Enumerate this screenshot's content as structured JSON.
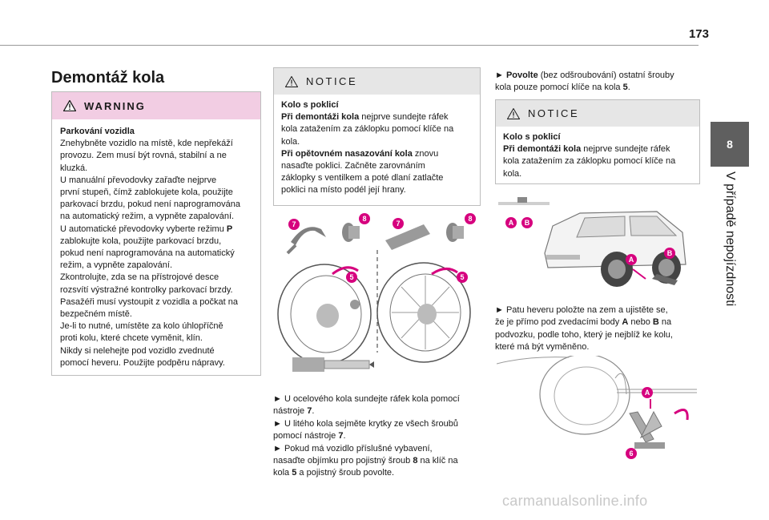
{
  "page": {
    "number": "173"
  },
  "side_tab": {
    "chapter": "8",
    "title": "V případě nepojízdnosti"
  },
  "section": {
    "title": "Demontáž kola"
  },
  "warning": {
    "heading": "WARNING",
    "lead": "Parkování vozidla",
    "lines": [
      "Znehybněte vozidlo na místě, kde nepřekáží",
      "provozu. Zem musí být rovná, stabilní a ne",
      "kluzká.",
      "U manuální převodovky zařaďte nejprve",
      "první stupeň, čímž zablokujete kola, použijte",
      "parkovací brzdu, pokud není naprogramována",
      "na automatický režim, a vypněte zapalování.",
      "U automatické převodovky vyberte režimu P",
      "zablokujte kola, použijte parkovací brzdu,",
      "pokud není naprogramována na automatický",
      "režim, a vypněte zapalování.",
      "Zkontrolujte, zda se na přístrojové desce",
      "rozsvítí výstražné kontrolky parkovací brzdy.",
      "Pasažéři musí vystoupit z vozidla a počkat na",
      "bezpečném místě.",
      "Je-li to nutné, umístěte za kolo úhlopříčně",
      "proti kolu, které chcete vyměnit, klín.",
      "Nikdy si nelehejte pod vozidlo zvednuté",
      "pomocí heveru. Použijte podpěru nápravy."
    ]
  },
  "notice1": {
    "heading": "NOTICE",
    "l1": "Kolo s poklicí",
    "l2a": "Při demontáži kola",
    "l2b": " nejprve sundejte ráfek",
    "l3": "kola zatažením za záklopku pomocí klíče na",
    "l4": "kola.",
    "l5a": "Při opětovném nasazování kola",
    "l5b": " znovu",
    "l6": "nasaďte poklici. Začněte zarovnáním",
    "l7": "záklopky s ventilkem a poté dlaní zatlačte",
    "l8": "poklici na místo podél její hrany."
  },
  "notice2": {
    "heading": "NOTICE",
    "l1": "Kolo s poklicí",
    "l2a": "Při demontáži kola",
    "l2b": " nejprve sundejte ráfek",
    "l3": "kola zatažením za záklopku pomocí klíče na",
    "l4": "kola."
  },
  "col2_steps": {
    "l1": "► U ocelového kola sundejte ráfek kola pomocí",
    "l2a": "nástroje ",
    "l2b": "7",
    "l2c": ".",
    "l3": "► U litého kola sejměte krytky ze všech šroubů",
    "l4a": "pomocí nástroje ",
    "l4b": "7",
    "l4c": ".",
    "l5": "► Pokud má vozidlo příslušné vybavení,",
    "l6a": "nasaďte objímku pro pojistný šroub ",
    "l6b": "8",
    "l6c": " na klíč na",
    "l7a": "kola ",
    "l7b": "5",
    "l7c": " a pojistný šroub povolte."
  },
  "col3_top": {
    "l1a": "► ",
    "l1b": "Povolte",
    "l1c": " (bez odšroubování) ostatní šrouby",
    "l2a": "kola pouze pomocí klíče na kola ",
    "l2b": "5",
    "l2c": "."
  },
  "col3_mid": {
    "l1": "► Patu heveru položte na zem a ujistěte se,",
    "l2a": "že je přímo pod zvedacími body ",
    "l2b": "A",
    "l2c": " nebo ",
    "l2d": "B",
    "l2e": " na",
    "l3": "podvozku, podle toho, který je nejblíž ke kolu,",
    "l4": "které má být vyměněno."
  },
  "markers": {
    "seven": "7",
    "eight": "8",
    "five": "5",
    "six": "6",
    "a": "A",
    "b": "B"
  },
  "colors": {
    "warning_header": "#f2cde3",
    "notice_header": "#e6e6e6",
    "marker": "#d6007e",
    "tab": "#5f5f5f"
  },
  "watermark": "carmanualsonline.info"
}
